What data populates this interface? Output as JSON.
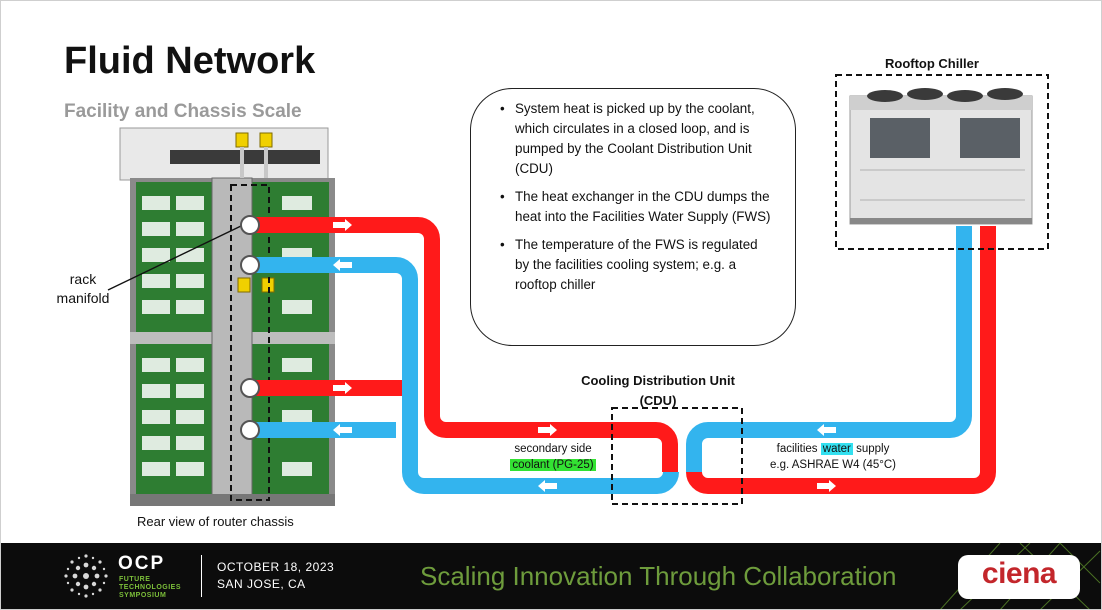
{
  "slide": {
    "title": "Fluid Network",
    "subtitle": "Facility and Chassis Scale"
  },
  "rack": {
    "label_line1": "rack",
    "label_line2": "manifold",
    "caption": "Rear view of router chassis"
  },
  "info_bullets": [
    "System heat is picked up by the coolant, which circulates in a closed loop, and is pumped by the Coolant Distribution Unit (CDU)",
    "The heat exchanger in the CDU dumps the heat into the Facilities Water Supply (FWS)",
    "The temperature of the FWS is regulated by the facilities cooling system; e.g. a rooftop chiller"
  ],
  "chiller": {
    "title": "Rooftop Chiller"
  },
  "cdu": {
    "title_line1": "Cooling Distribution Unit",
    "title_line2": "(CDU)"
  },
  "loops": {
    "secondary_line1": "secondary side",
    "secondary_line2": "coolant (PG-25)",
    "facilities_pre": "facilities",
    "facilities_hl": "water",
    "facilities_post": "supply",
    "facilities_line2": "e.g. ASHRAE W4 (45°C)"
  },
  "colors": {
    "hot": "#ff1a1a",
    "cold": "#33b4ee",
    "highlight_green": "#33e233",
    "highlight_cyan": "#33e0f0"
  },
  "footer": {
    "ocp_name": "OCP",
    "ocp_line1": "FUTURE",
    "ocp_line2": "TECHNOLOGIES",
    "ocp_line3": "SYMPOSIUM",
    "date": "OCTOBER 18, 2023",
    "location": "SAN JOSE, CA",
    "tagline": "Scaling Innovation Through Collaboration",
    "sponsor_logo": "ciena"
  }
}
